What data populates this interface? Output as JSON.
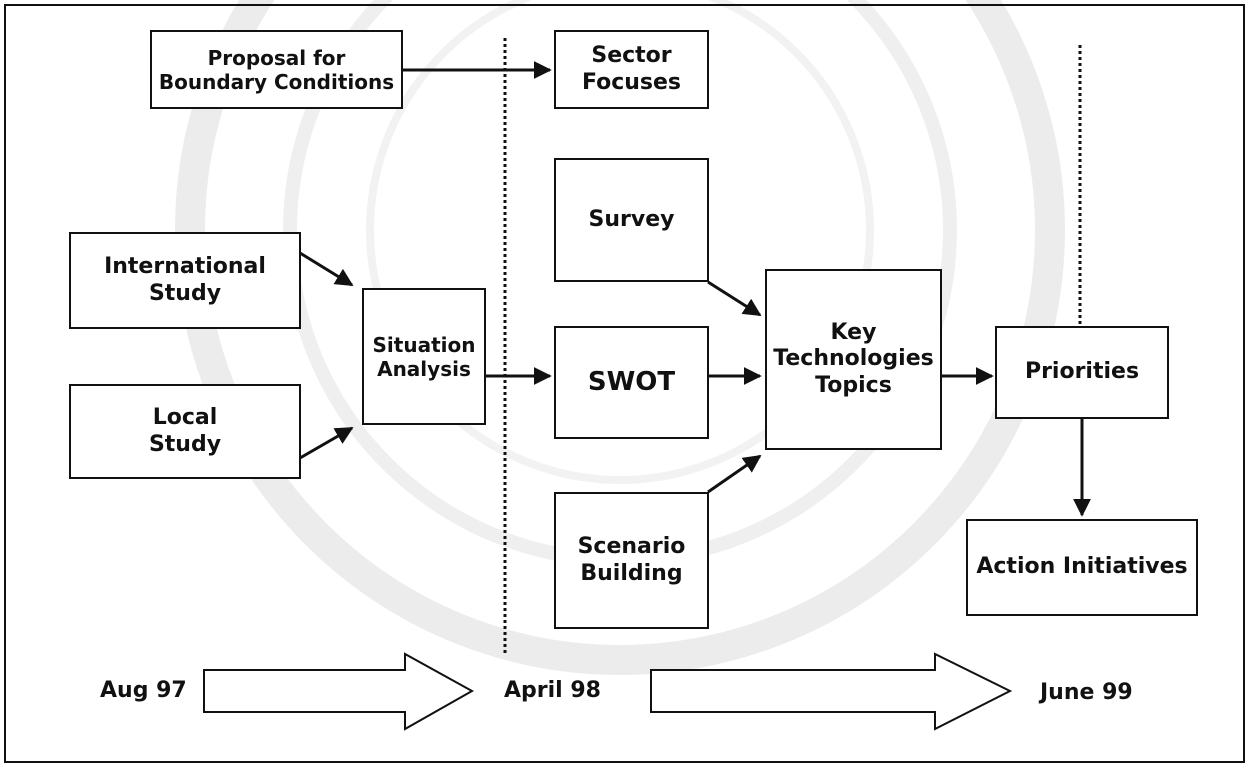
{
  "boxes": {
    "proposal": "Proposal for\nBoundary Conditions",
    "sector_focuses": "Sector\nFocuses",
    "international_study": "International\nStudy",
    "local_study": "Local\nStudy",
    "situation_analysis": "Situation\nAnalysis",
    "survey": "Survey",
    "swot": "SWOT",
    "scenario_building": "Scenario\nBuilding",
    "key_technologies_topics": "Key\nTechnologies\nTopics",
    "priorities": "Priorities",
    "action_initiatives": "Action Initiatives"
  },
  "timeline": {
    "start": "Aug 97",
    "middle": "April 98",
    "end": "June 99"
  },
  "colors": {
    "stroke": "#111111",
    "watermark": "#e6e6e6"
  }
}
